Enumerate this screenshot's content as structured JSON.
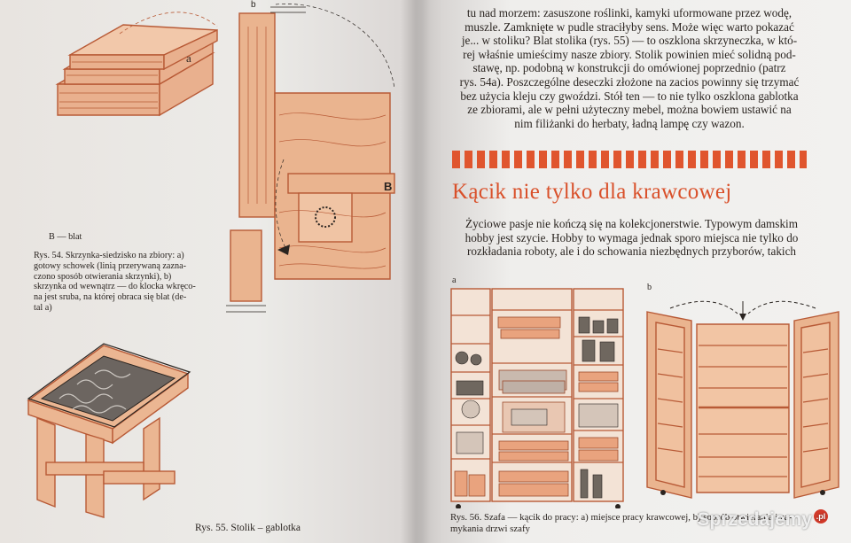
{
  "left_page": {
    "label_b": "B",
    "fig54_caption": {
      "legend": "B — blat",
      "lines": [
        "Rys. 54. Skrzynka-siedzisko na zbiory: a)",
        "gotowy schowek (linią przerywaną zazna-",
        "czono sposób otwierania skrzynki), b)",
        "skrzynka od wewnątrz — do klocka wkręco-",
        "na jest sruba, na której obraca się blat (de-",
        "tal a)"
      ]
    },
    "fig55_caption": "Rys. 55. Stolik – gablotka"
  },
  "right_page": {
    "top_paragraph": [
      "tu nad morzem: zasuszone roślinki, kamyki uformowane przez wodę,",
      "muszle. Zamknięte w pudle straciłyby sens. Może więc warto pokazać",
      "je... w stoliku? Blat stolika (rys. 55) — to oszklona skrzyneczka, w któ-",
      "rej właśnie umieścimy nasze zbiory. Stolik powinien mieć solidną pod-",
      "stawę, np. podobną w konstrukcji do omówionej poprzednio (patrz",
      "rys. 54a). Poszczególne deseczki złożone na zacios powinny się trzymać",
      "bez użycia kleju czy gwoździ. Stół ten — to nie tylko oszklona gablotka",
      "ze zbiorami, ale w pełni użyteczny mebel, można bowiem ustawić na",
      "nim filiżanki do herbaty, ładną lampę czy wazon."
    ],
    "heading": "Kącik nie tylko dla krawcowej",
    "body_paragraph": [
      "Życiowe pasje nie kończą się na kolekcjonerstwie. Typowym damskim",
      "hobby jest szycie. Hobby to wymaga jednak sporo miejsca nie tylko do",
      "rozkładania roboty, ale i do schowania niezbędnych przyborów, takich"
    ],
    "fig56_label_a": "a",
    "fig56_label_b": "b",
    "fig56_caption": [
      "Rys. 56. Szafa — kącik do pracy: a) miejsce pracy krawcowej, b) sposób otwierania i za-",
      "mykania drzwi szafy"
    ]
  },
  "watermark": {
    "text": "Sprzedajemy",
    "badge": ".pl"
  },
  "colors": {
    "accent": "#d9502a",
    "wood": "#e8b08c",
    "wood_line": "#b85a36",
    "text": "#2a2420"
  }
}
